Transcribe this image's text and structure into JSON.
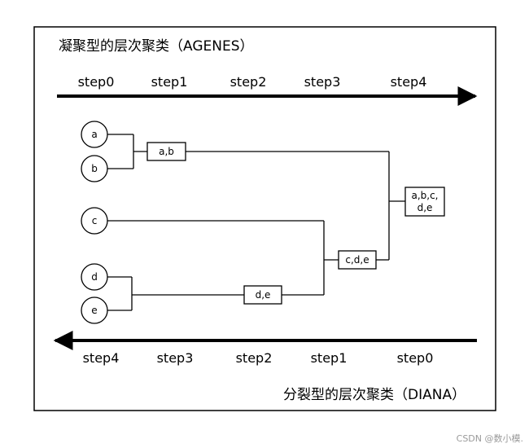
{
  "agnes": {
    "title": "凝聚型的层次聚类（AGENES）",
    "steps": [
      "step0",
      "step1",
      "step2",
      "step3",
      "step4"
    ]
  },
  "diana": {
    "title": "分裂型的层次聚类（DIANA）",
    "steps": [
      "step4",
      "step3",
      "step2",
      "step1",
      "step0"
    ]
  },
  "leaves": [
    "a",
    "b",
    "c",
    "d",
    "e"
  ],
  "clusters": {
    "ab": "a,b",
    "de": "d,e",
    "cde": "c,d,e",
    "all_line1": "a,b,c,",
    "all_line2": "d,e"
  },
  "watermark": "CSDN @数小模."
}
